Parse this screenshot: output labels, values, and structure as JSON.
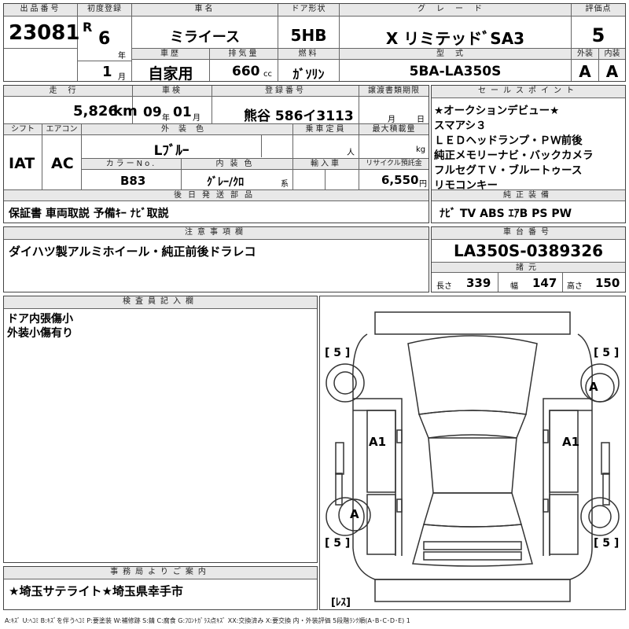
{
  "header": {
    "lot_label": "出品番号",
    "lot_number": "23081",
    "first_reg_label": "初度登録",
    "era": "R",
    "year_num": "6",
    "year_unit": "年",
    "month_num": "1",
    "month_unit": "月",
    "car_name_label": "車名",
    "car_name": "ミライース",
    "door_label": "ドア形状",
    "door": "5HB",
    "grade_label": "グレード",
    "grade": "X リミテッドﾞSA3",
    "score_label": "評価点",
    "score": "5",
    "history_label": "車歴",
    "history": "自家用",
    "displacement_label": "排気量",
    "displacement": "660",
    "displacement_unit": "cc",
    "fuel_label": "燃料",
    "fuel": "ｶﾞｿﾘﾝ",
    "model_label": "型式",
    "model": "5BA-LA350S",
    "exterior_label": "外装",
    "exterior": "A",
    "interior_label": "内装",
    "interior": "A"
  },
  "details": {
    "mileage_label": "走行",
    "mileage": "5,826",
    "mileage_unit": "km",
    "inspection_label": "車検",
    "insp_year": "09",
    "insp_year_unit": "年",
    "insp_month": "01",
    "insp_month_unit": "月",
    "reg_no_label": "登録番号",
    "reg_no": "熊谷 586イ3113",
    "transfer_label": "譲渡書類期限",
    "transfer_month_unit": "月",
    "transfer_day_unit": "日",
    "shift_label": "シフト",
    "shift": "IAT",
    "ac_label": "エアコン",
    "ac": "AC",
    "color_label": "外装色",
    "color": "Lﾌﾞﾙｰ",
    "capacity_label": "乗車定員",
    "capacity_unit": "人",
    "load_label": "最大積載量",
    "load_unit": "kg",
    "color_no_label": "カラーNo.",
    "color_no": "B83",
    "interior_color_label": "内装色",
    "interior_color": "ｸﾞﾚｰ/ｸﾛ",
    "interior_color_unit": "系",
    "import_label": "輸入車",
    "recycle_label": "リサイクル預託金",
    "recycle": "6,550",
    "recycle_unit": "円",
    "later_label": "後日発送部品",
    "later": "保証書 車両取説 予備ｷｰ ﾅﾋﾞ取説"
  },
  "sales_points": {
    "label": "セールスポイント",
    "lines": [
      "★オークションデビュー★",
      "スマアシ３",
      "ＬＥＤヘッドランプ・ＰＷ前後",
      "純正メモリーナビ・バックカメラ",
      "フルセグＴＶ・ブルートゥース",
      "リモコンキー"
    ]
  },
  "equipment": {
    "label": "純正装備",
    "value": "ﾅﾋﾞ TV ABS ｴｱB PS PW"
  },
  "notes": {
    "label": "注意事項欄",
    "value": "ダイハツ製アルミホイール・純正前後ドラレコ"
  },
  "chassis": {
    "label": "車台番号",
    "value": "LA350S-0389326",
    "spec_label": "諸元",
    "length_label": "長さ",
    "length": "339",
    "width_label": "幅",
    "width": "147",
    "height_label": "高さ",
    "height": "150"
  },
  "inspector": {
    "label": "検査員記入欄",
    "lines": [
      "ドア内張傷小",
      "外装小傷有り"
    ]
  },
  "office": {
    "label": "事務局よりご案内",
    "value": "★埼玉サテライト★埼玉県幸手市"
  },
  "diagram": {
    "tl": "[ 5 ]",
    "tr": "[ 5 ]",
    "bl": "[ 5 ]",
    "br": "[ 5 ]",
    "front_right_wheel": "A",
    "rear_left_wheel": "A",
    "left_door": "A1",
    "right_door": "A1",
    "bottom": "[ﾚｽ]"
  },
  "legend": "A:ｷｽﾞ U:ﾍｺﾐ B:ｷｽﾞを伴うﾍｺﾐ P:要塗装 W:補修跡 S:錆 C:腐食 G:ﾌﾛﾝﾄｶﾞﾗｽ点ｷｽﾞ XX:交換済み X:要交換 内・外装評価 5段階ﾗﾝｸ順(A･B･C･D･E) 1"
}
